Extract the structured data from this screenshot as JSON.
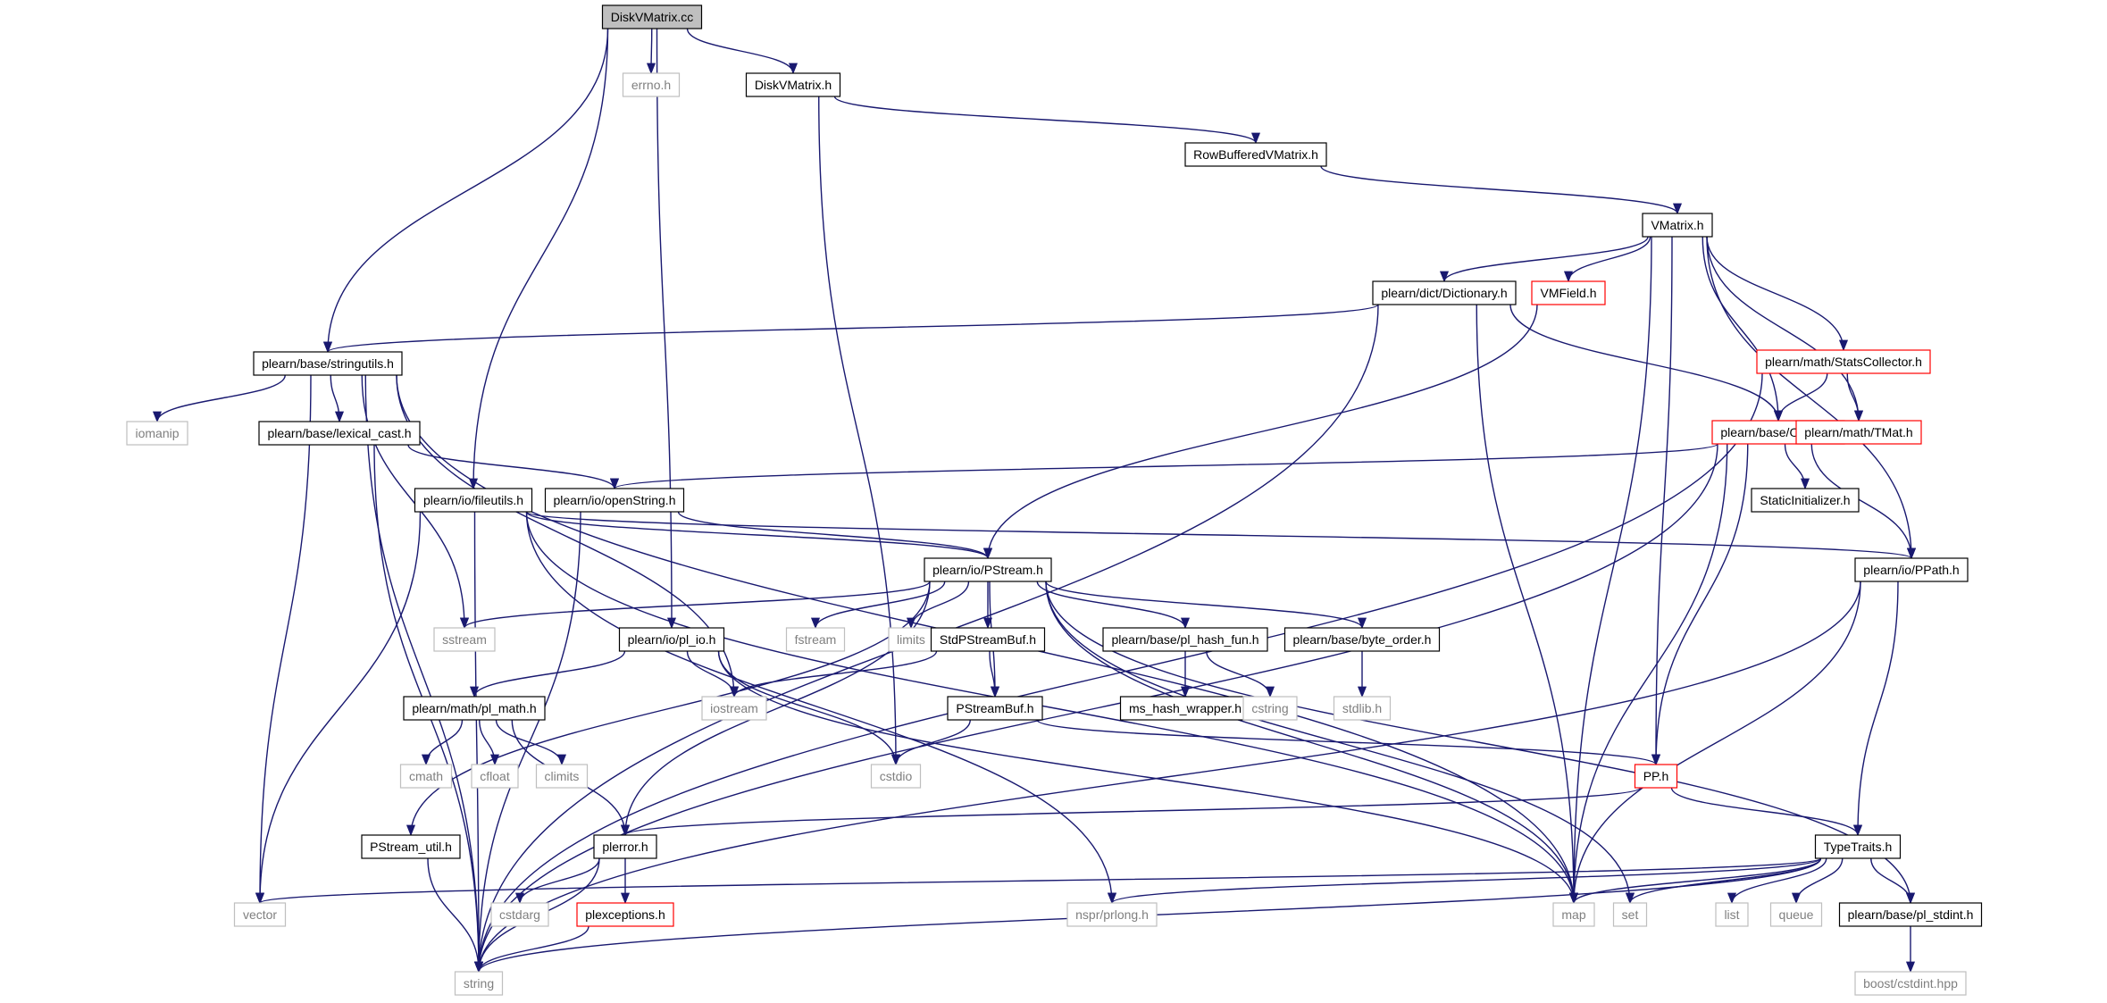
{
  "title": "DiskVMatrix.cc",
  "colors": {
    "edge": "#191970",
    "node_border_documented": "#000000",
    "node_border_truncated": "#ff0000",
    "node_border_external": "#bfbfbf",
    "node_fill_root": "#bfbfbf",
    "node_fill": "#ffffff"
  },
  "nodes": [
    {
      "id": "root",
      "label": "DiskVMatrix.cc",
      "kind": "root"
    },
    {
      "id": "errno",
      "label": "errno.h",
      "kind": "external"
    },
    {
      "id": "diskvm_h",
      "label": "DiskVMatrix.h",
      "kind": "normal"
    },
    {
      "id": "rowbuf",
      "label": "RowBufferedVMatrix.h",
      "kind": "normal"
    },
    {
      "id": "vmatrix",
      "label": "VMatrix.h",
      "kind": "normal"
    },
    {
      "id": "dictionary",
      "label": "plearn/dict/Dictionary.h",
      "kind": "normal"
    },
    {
      "id": "vmfield",
      "label": "VMField.h",
      "kind": "truncated"
    },
    {
      "id": "statscoll",
      "label": "plearn/math/StatsCollector.h",
      "kind": "truncated"
    },
    {
      "id": "stringutils",
      "label": "plearn/base/stringutils.h",
      "kind": "normal"
    },
    {
      "id": "object",
      "label": "plearn/base/Object.h",
      "kind": "truncated"
    },
    {
      "id": "tmat",
      "label": "plearn/math/TMat.h",
      "kind": "truncated"
    },
    {
      "id": "iomanip",
      "label": "iomanip",
      "kind": "external"
    },
    {
      "id": "lexical",
      "label": "plearn/base/lexical_cast.h",
      "kind": "normal"
    },
    {
      "id": "fileutils",
      "label": "plearn/io/fileutils.h",
      "kind": "normal"
    },
    {
      "id": "openstring",
      "label": "plearn/io/openString.h",
      "kind": "normal"
    },
    {
      "id": "staticinit",
      "label": "StaticInitializer.h",
      "kind": "normal"
    },
    {
      "id": "pstream",
      "label": "plearn/io/PStream.h",
      "kind": "normal"
    },
    {
      "id": "ppath",
      "label": "plearn/io/PPath.h",
      "kind": "normal"
    },
    {
      "id": "sstream",
      "label": "sstream",
      "kind": "external"
    },
    {
      "id": "pl_io",
      "label": "plearn/io/pl_io.h",
      "kind": "normal"
    },
    {
      "id": "fstream",
      "label": "fstream",
      "kind": "external"
    },
    {
      "id": "limits",
      "label": "limits",
      "kind": "external"
    },
    {
      "id": "stdpsbuf",
      "label": "StdPStreamBuf.h",
      "kind": "normal"
    },
    {
      "id": "hashfun",
      "label": "plearn/base/pl_hash_fun.h",
      "kind": "normal"
    },
    {
      "id": "byteorder",
      "label": "plearn/base/byte_order.h",
      "kind": "normal"
    },
    {
      "id": "pl_math",
      "label": "plearn/math/pl_math.h",
      "kind": "normal"
    },
    {
      "id": "iostream",
      "label": "iostream",
      "kind": "external"
    },
    {
      "id": "psbuf",
      "label": "PStreamBuf.h",
      "kind": "normal"
    },
    {
      "id": "mshash",
      "label": "ms_hash_wrapper.h",
      "kind": "normal"
    },
    {
      "id": "cstring",
      "label": "cstring",
      "kind": "external"
    },
    {
      "id": "stdlib",
      "label": "stdlib.h",
      "kind": "external"
    },
    {
      "id": "cmath",
      "label": "cmath",
      "kind": "external"
    },
    {
      "id": "cfloat",
      "label": "cfloat",
      "kind": "external"
    },
    {
      "id": "climits",
      "label": "climits",
      "kind": "external"
    },
    {
      "id": "cstdio",
      "label": "cstdio",
      "kind": "external"
    },
    {
      "id": "pp",
      "label": "PP.h",
      "kind": "truncated"
    },
    {
      "id": "pstreamutil",
      "label": "PStream_util.h",
      "kind": "normal"
    },
    {
      "id": "plerror",
      "label": "plerror.h",
      "kind": "normal"
    },
    {
      "id": "typetraits",
      "label": "TypeTraits.h",
      "kind": "normal"
    },
    {
      "id": "vector",
      "label": "vector",
      "kind": "external"
    },
    {
      "id": "cstdarg",
      "label": "cstdarg",
      "kind": "external"
    },
    {
      "id": "plexceptions",
      "label": "plexceptions.h",
      "kind": "truncated"
    },
    {
      "id": "prlong",
      "label": "nspr/prlong.h",
      "kind": "external"
    },
    {
      "id": "map",
      "label": "map",
      "kind": "external"
    },
    {
      "id": "set",
      "label": "set",
      "kind": "external"
    },
    {
      "id": "list",
      "label": "list",
      "kind": "external"
    },
    {
      "id": "queue",
      "label": "queue",
      "kind": "external"
    },
    {
      "id": "plstdint",
      "label": "plearn/base/pl_stdint.h",
      "kind": "normal"
    },
    {
      "id": "string",
      "label": "string",
      "kind": "external"
    },
    {
      "id": "cstdint",
      "label": "boost/cstdint.hpp",
      "kind": "external"
    }
  ],
  "edges": [
    [
      "root",
      "errno"
    ],
    [
      "root",
      "diskvm_h"
    ],
    [
      "root",
      "stringutils"
    ],
    [
      "root",
      "fileutils"
    ],
    [
      "root",
      "pl_io"
    ],
    [
      "diskvm_h",
      "rowbuf"
    ],
    [
      "diskvm_h",
      "cstdio"
    ],
    [
      "rowbuf",
      "vmatrix"
    ],
    [
      "vmatrix",
      "dictionary"
    ],
    [
      "vmatrix",
      "vmfield"
    ],
    [
      "vmatrix",
      "statscoll"
    ],
    [
      "vmatrix",
      "object"
    ],
    [
      "vmatrix",
      "tmat"
    ],
    [
      "vmatrix",
      "pp"
    ],
    [
      "vmatrix",
      "ppath"
    ],
    [
      "vmatrix",
      "map"
    ],
    [
      "dictionary",
      "stringutils"
    ],
    [
      "dictionary",
      "object"
    ],
    [
      "dictionary",
      "map"
    ],
    [
      "dictionary",
      "string"
    ],
    [
      "vmfield",
      "pstream"
    ],
    [
      "statscoll",
      "object"
    ],
    [
      "statscoll",
      "tmat"
    ],
    [
      "statscoll",
      "string"
    ],
    [
      "stringutils",
      "iomanip"
    ],
    [
      "stringutils",
      "lexical"
    ],
    [
      "stringutils",
      "sstream"
    ],
    [
      "stringutils",
      "vector"
    ],
    [
      "stringutils",
      "string"
    ],
    [
      "stringutils",
      "iostream"
    ],
    [
      "stringutils",
      "map"
    ],
    [
      "lexical",
      "openstring"
    ],
    [
      "lexical",
      "string"
    ],
    [
      "object",
      "openstring"
    ],
    [
      "object",
      "staticinit"
    ],
    [
      "object",
      "ppath"
    ],
    [
      "object",
      "pp"
    ],
    [
      "object",
      "map"
    ],
    [
      "object",
      "string"
    ],
    [
      "fileutils",
      "pstream"
    ],
    [
      "fileutils",
      "ppath"
    ],
    [
      "fileutils",
      "vector"
    ],
    [
      "fileutils",
      "string"
    ],
    [
      "fileutils",
      "map"
    ],
    [
      "fileutils",
      "prlong"
    ],
    [
      "openstring",
      "pstream"
    ],
    [
      "openstring",
      "string"
    ],
    [
      "pstream",
      "sstream"
    ],
    [
      "pstream",
      "fstream"
    ],
    [
      "pstream",
      "limits"
    ],
    [
      "pstream",
      "stdpsbuf"
    ],
    [
      "pstream",
      "psbuf"
    ],
    [
      "pstream",
      "hashfun"
    ],
    [
      "pstream",
      "byteorder"
    ],
    [
      "pstream",
      "pstreamutil"
    ],
    [
      "pstream",
      "plerror"
    ],
    [
      "pstream",
      "map"
    ],
    [
      "pstream",
      "set"
    ],
    [
      "pstream",
      "plstdint"
    ],
    [
      "ppath",
      "typetraits"
    ],
    [
      "ppath",
      "map"
    ],
    [
      "ppath",
      "string"
    ],
    [
      "pl_io",
      "pl_math"
    ],
    [
      "pl_io",
      "iostream"
    ],
    [
      "pl_io",
      "cstdio"
    ],
    [
      "pl_io",
      "map"
    ],
    [
      "stdpsbuf",
      "psbuf"
    ],
    [
      "stdpsbuf",
      "iostream"
    ],
    [
      "hashfun",
      "mshash"
    ],
    [
      "hashfun",
      "cstring"
    ],
    [
      "byteorder",
      "stdlib"
    ],
    [
      "pl_math",
      "cmath"
    ],
    [
      "pl_math",
      "cfloat"
    ],
    [
      "pl_math",
      "climits"
    ],
    [
      "pl_math",
      "plerror"
    ],
    [
      "psbuf",
      "cstdio"
    ],
    [
      "psbuf",
      "pp"
    ],
    [
      "pp",
      "plerror"
    ],
    [
      "pp",
      "typetraits"
    ],
    [
      "pstreamutil",
      "string"
    ],
    [
      "plerror",
      "cstdarg"
    ],
    [
      "plerror",
      "plexceptions"
    ],
    [
      "plerror",
      "string"
    ],
    [
      "plexceptions",
      "string"
    ],
    [
      "typetraits",
      "vector"
    ],
    [
      "typetraits",
      "prlong"
    ],
    [
      "typetraits",
      "map"
    ],
    [
      "typetraits",
      "set"
    ],
    [
      "typetraits",
      "list"
    ],
    [
      "typetraits",
      "queue"
    ],
    [
      "typetraits",
      "plstdint"
    ],
    [
      "typetraits",
      "string"
    ],
    [
      "plstdint",
      "cstdint"
    ]
  ]
}
